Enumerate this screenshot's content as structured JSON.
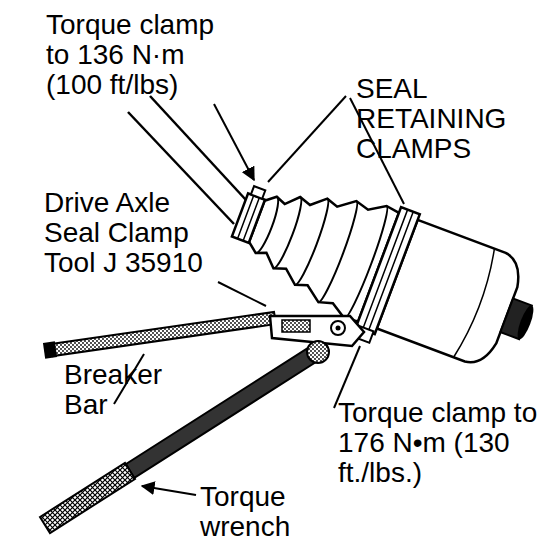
{
  "diagram": {
    "labels": [
      "Torque clamp to 136 N·m (100 ft/lbs)",
      "SEAL RETAINING CLAMPS",
      "Drive Axle Seal Clamp Tool J 35910",
      "Breaker Bar",
      "Torque clamp to 176 N•m (130 ft./lbs.)",
      "Torque wrench"
    ]
  }
}
